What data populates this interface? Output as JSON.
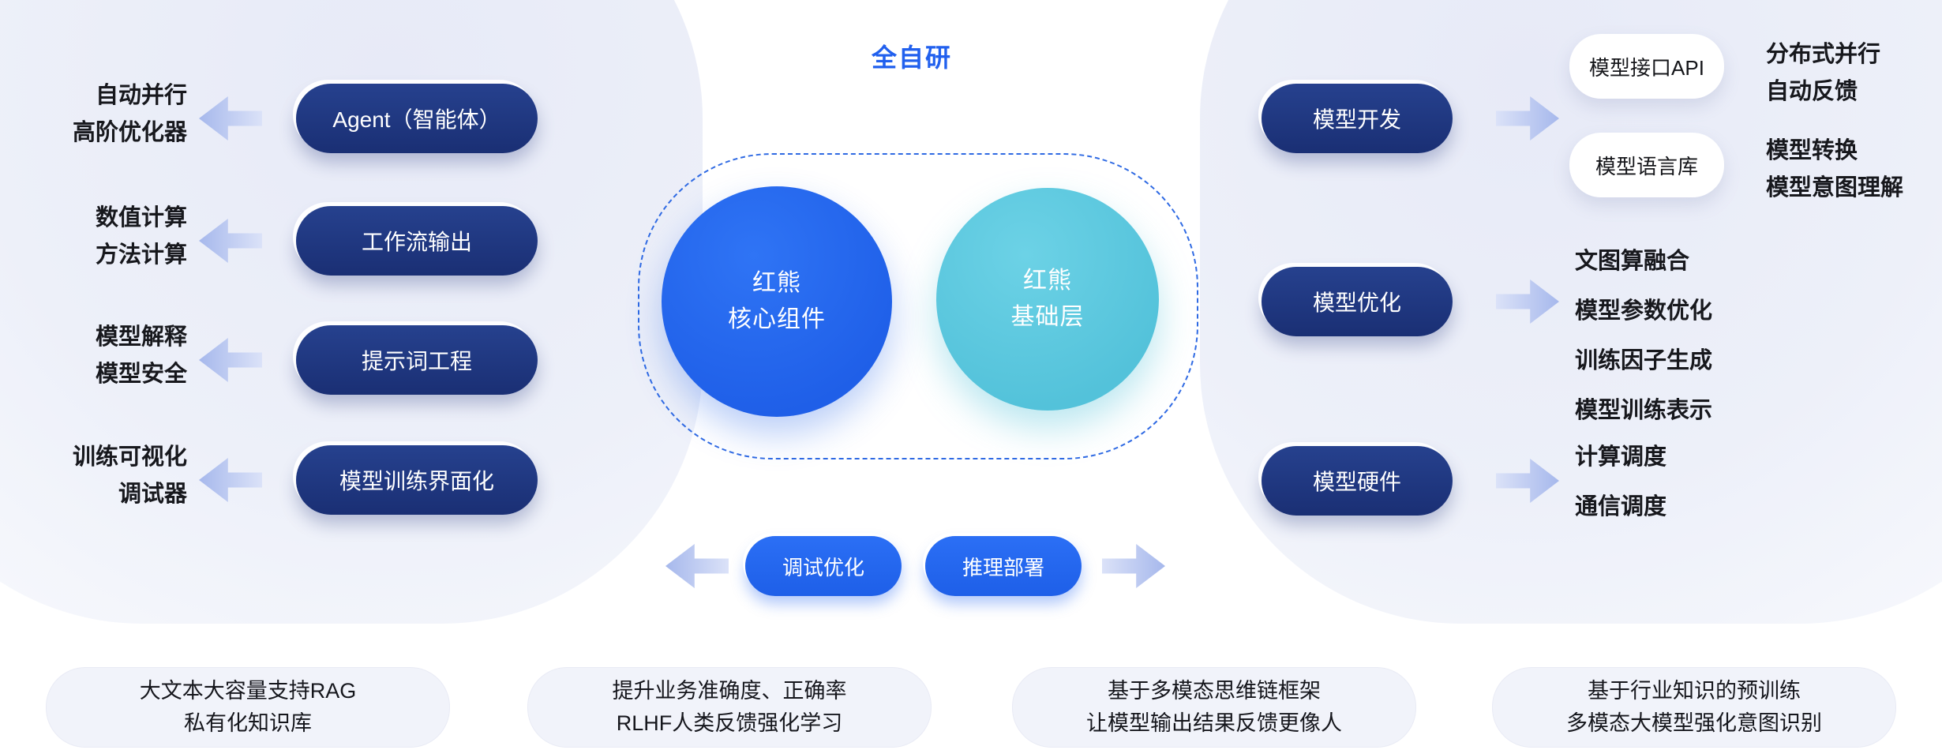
{
  "title": "全自研",
  "colors": {
    "accent_blue": "#2160ee",
    "navy_pill": "#1d3480",
    "bright_blue": "#2166f1",
    "cyan_circle": "#5ecadf",
    "arrow": "#a6b8ec",
    "blob": "#e7eaf7"
  },
  "left_rows": [
    {
      "label_line1": "自动并行",
      "label_line2": "高阶优化器",
      "pill": "Agent（智能体）"
    },
    {
      "label_line1": "数值计算",
      "label_line2": "方法计算",
      "pill": "工作流输出"
    },
    {
      "label_line1": "模型解释",
      "label_line2": "模型安全",
      "pill": "提示词工程"
    },
    {
      "label_line1": "训练可视化",
      "label_line2": "调试器",
      "pill": "模型训练界面化"
    }
  ],
  "center": {
    "core_circle_line1": "红熊",
    "core_circle_line2": "核心组件",
    "base_circle_line1": "红熊",
    "base_circle_line2": "基础层",
    "bottom_pill_left": "调试优化",
    "bottom_pill_right": "推理部署"
  },
  "right_rows": [
    {
      "pill": "模型开发"
    },
    {
      "pill": "模型优化"
    },
    {
      "pill": "模型硬件"
    }
  ],
  "right_outputs": {
    "api_pill": "模型接口API",
    "lang_pill": "模型语言库",
    "dev_text1_line1": "分布式并行",
    "dev_text1_line2": "自动反馈",
    "dev_text2_line1": "模型转换",
    "dev_text2_line2": "模型意图理解",
    "opt_lines": [
      "文图算融合",
      "模型参数优化",
      "训练因子生成",
      "模型训练表示"
    ],
    "hw_lines": [
      "计算调度",
      "通信调度"
    ]
  },
  "bottom_cards": [
    {
      "line1": "大文本大容量支持RAG",
      "line2": "私有化知识库"
    },
    {
      "line1": "提升业务准确度、正确率",
      "line2": "RLHF人类反馈强化学习"
    },
    {
      "line1": "基于多模态思维链框架",
      "line2": "让模型输出结果反馈更像人"
    },
    {
      "line1": "基于行业知识的预训练",
      "line2": "多模态大模型强化意图识别"
    }
  ]
}
